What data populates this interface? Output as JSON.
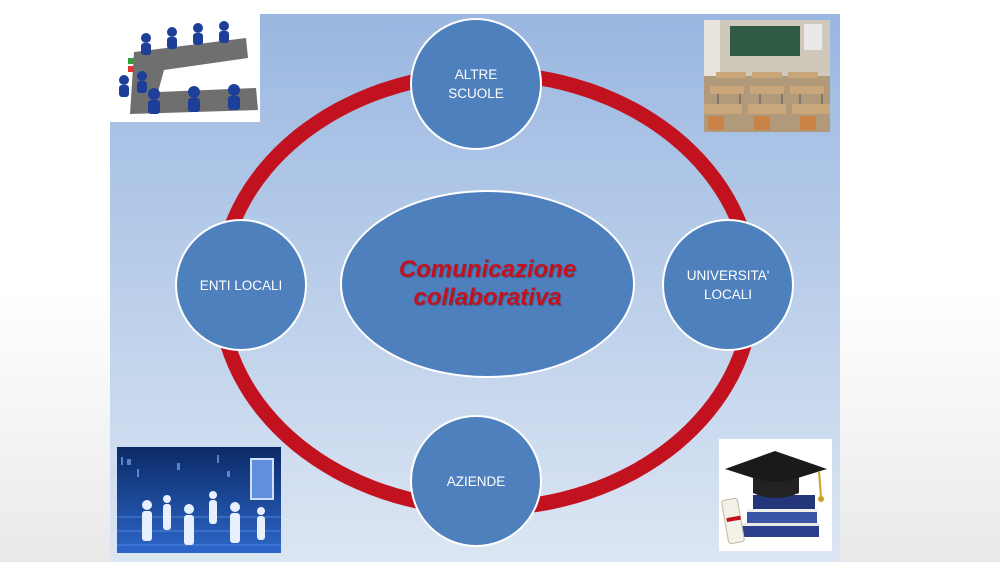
{
  "diagram": {
    "center_label": [
      "Comunicazione",
      "collaborativa"
    ],
    "nodes": {
      "top": [
        "ALTRE",
        "SCUOLE"
      ],
      "left": [
        "ENTI LOCALI"
      ],
      "right": [
        "UNIVERSITA'",
        "LOCALI"
      ],
      "bottom": [
        "AZIENDE"
      ]
    }
  },
  "colors": {
    "ring": "#c3121f",
    "node_fill": "#4e80bd",
    "center_text": "#c3121f",
    "background_top": "#9ab7e1",
    "background_bottom": "#dce6f3"
  },
  "images": {
    "top_left": "meeting-table-icon",
    "top_right": "classroom-photo",
    "bottom_left": "digital-people-icon",
    "bottom_right": "graduation-cap-books-icon"
  }
}
